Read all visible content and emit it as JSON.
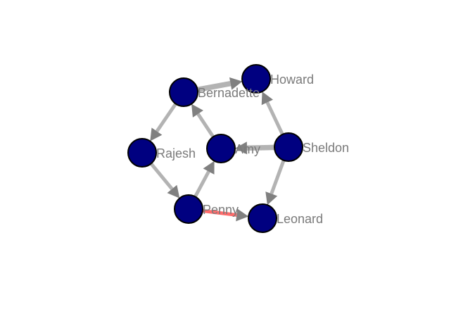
{
  "graph": {
    "colors": {
      "node_fill": "#000080",
      "node_stroke": "#000000",
      "edge": "#b3b3b3",
      "arrow": "#808080",
      "highlight_edge": "#ff6b6b",
      "label": "#7a7a7a"
    },
    "nodes": [
      {
        "id": "bernadette",
        "label": "Bernadette"
      },
      {
        "id": "howard",
        "label": "Howard"
      },
      {
        "id": "rajesh",
        "label": "Rajesh"
      },
      {
        "id": "amy",
        "label": "Amy"
      },
      {
        "id": "sheldon",
        "label": "Sheldon"
      },
      {
        "id": "penny",
        "label": "Penny"
      },
      {
        "id": "leonard",
        "label": "Leonard"
      }
    ],
    "edges": [
      {
        "from": "bernadette",
        "to": "howard",
        "weight": 3
      },
      {
        "from": "bernadette",
        "to": "rajesh",
        "weight": 2
      },
      {
        "from": "rajesh",
        "to": "penny",
        "weight": 2
      },
      {
        "from": "penny",
        "to": "amy",
        "weight": 2
      },
      {
        "from": "amy",
        "to": "bernadette",
        "weight": 2
      },
      {
        "from": "sheldon",
        "to": "amy",
        "weight": 3
      },
      {
        "from": "sheldon",
        "to": "howard",
        "weight": 2
      },
      {
        "from": "sheldon",
        "to": "leonard",
        "weight": 2
      },
      {
        "from": "penny",
        "to": "leonard",
        "weight": 2,
        "highlight": true
      }
    ]
  }
}
